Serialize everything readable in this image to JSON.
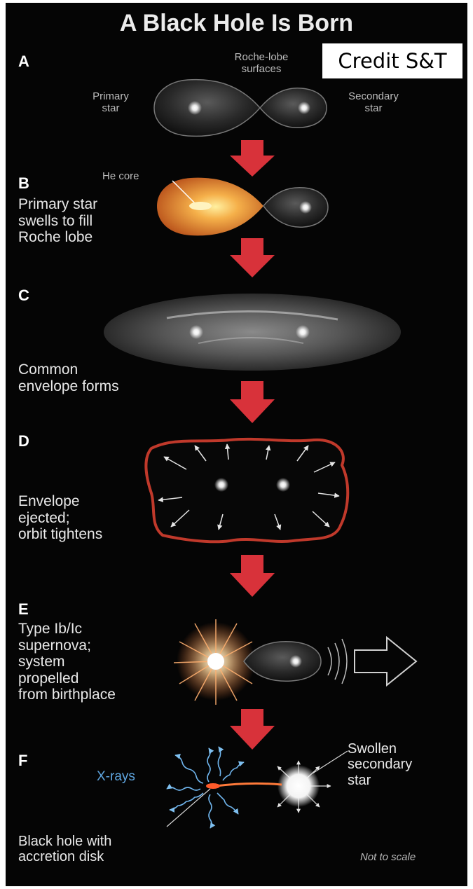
{
  "title": "A Black Hole Is Born",
  "credit": "Credit S&T",
  "panels": {
    "a": {
      "letter": "A",
      "roche": "Roche-lobe\nsurfaces",
      "primary": "Primary\nstar",
      "secondary": "Secondary\nstar"
    },
    "b": {
      "letter": "B",
      "core": "He core",
      "caption": "Primary star\nswells to fill\nRoche lobe"
    },
    "c": {
      "letter": "C",
      "caption": "Common\nenvelope forms"
    },
    "d": {
      "letter": "D",
      "caption": "Envelope\nejected;\norbit tightens"
    },
    "e": {
      "letter": "E",
      "caption": "Type Ib/Ic\nsupernova;\nsystem\npropelled\nfrom birthplace"
    },
    "f": {
      "letter": "F",
      "xrays": "X-rays",
      "swollen": "Swollen\nsecondary\nstar",
      "blackhole": "Black hole with\naccretion disk"
    }
  },
  "footnote": "Not to scale",
  "colors": {
    "background": "#050505",
    "arrow": "#d8323a",
    "core": "#f0a04a",
    "xray": "#6fb4ec",
    "ejecta": "#c0392b"
  }
}
